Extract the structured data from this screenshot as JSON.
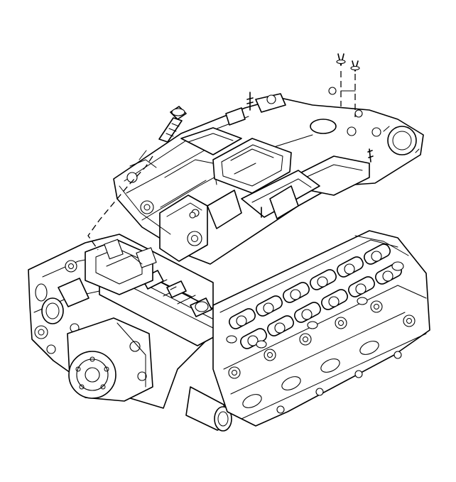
{
  "figure": {
    "type": "line-art-exploded-view",
    "labels": []
  },
  "colors": {
    "line": "#000000",
    "background": "#ffffff"
  },
  "icons": {
    "manifold": "intake-manifold-drawing",
    "engine": "engine-block-drawing",
    "bolt": "bolt-drawing",
    "studs": "stud-drawing"
  }
}
